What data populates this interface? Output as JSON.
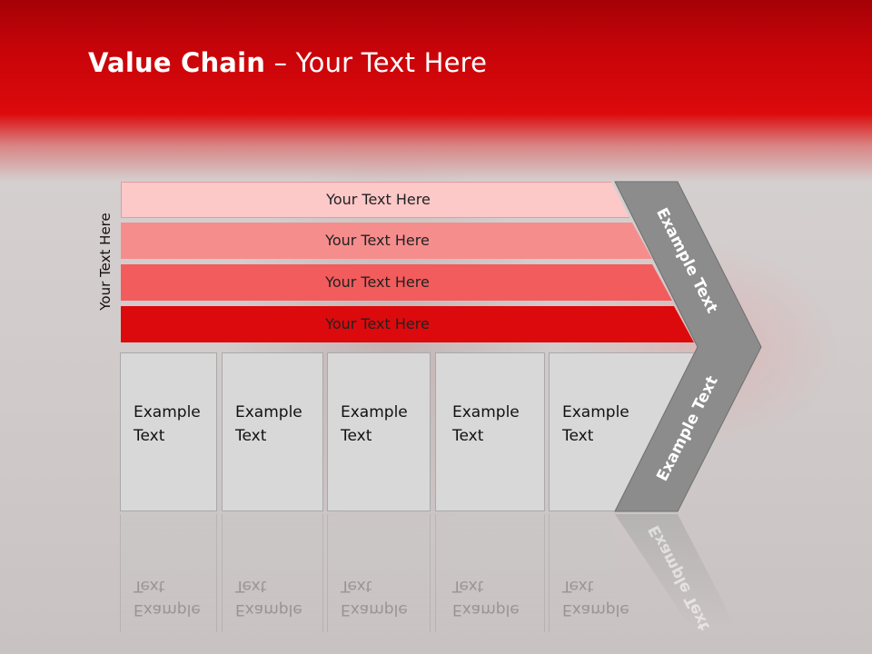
{
  "title": {
    "bold": "Value Chain",
    "rest": " – Your Text Here"
  },
  "side_label": "Your Text Here",
  "bars": [
    {
      "label": "Your Text Here",
      "color": "#fcc8c8"
    },
    {
      "label": "Your Text Here",
      "color": "#f68d8d"
    },
    {
      "label": "Your Text Here",
      "color": "#f25c5c"
    },
    {
      "label": "Your Text Here",
      "color": "#dc0a0c"
    }
  ],
  "boxes": [
    {
      "line1": "Example",
      "line2": "Text"
    },
    {
      "line1": "Example",
      "line2": "Text"
    },
    {
      "line1": "Example",
      "line2": "Text"
    },
    {
      "line1": "Example",
      "line2": "Text"
    },
    {
      "line1": "Example",
      "line2": "Text"
    }
  ],
  "chevron": {
    "upper_label": "Example Text",
    "lower_label": "Example Text",
    "color": "#8c8c8c"
  }
}
